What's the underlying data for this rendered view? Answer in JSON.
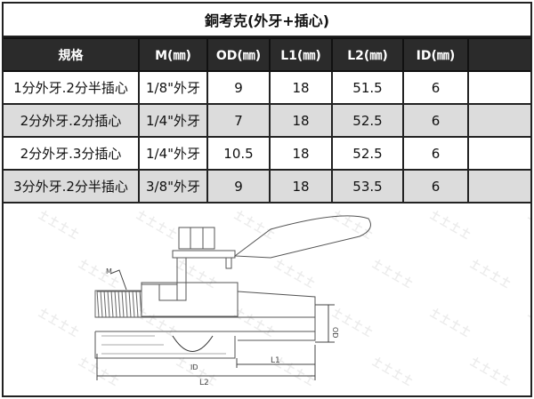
{
  "title": "銅考克(外牙+插心)",
  "table": {
    "headers": [
      "規格",
      "M(㎜)",
      "OD(㎜)",
      "L1(㎜)",
      "L2(㎜)",
      "ID(㎜)",
      ""
    ],
    "rows": [
      [
        "1分外牙.2分半插心",
        "1/8\"外牙",
        "9",
        "18",
        "51.5",
        "6",
        ""
      ],
      [
        "2分外牙.2分插心",
        "1/4\"外牙",
        "7",
        "18",
        "52.5",
        "6",
        ""
      ],
      [
        "2分外牙.3分插心",
        "1/4\"外牙",
        "10.5",
        "18",
        "52.5",
        "6",
        ""
      ],
      [
        "3分外牙.2分半插心",
        "3/8\"外牙",
        "9",
        "18",
        "53.5",
        "6",
        ""
      ]
    ]
  },
  "drawing": {
    "labels": {
      "m": "M",
      "od": "OD",
      "id": "ID",
      "l1": "L1",
      "l2": "L2"
    },
    "watermark": "玖月五金"
  }
}
